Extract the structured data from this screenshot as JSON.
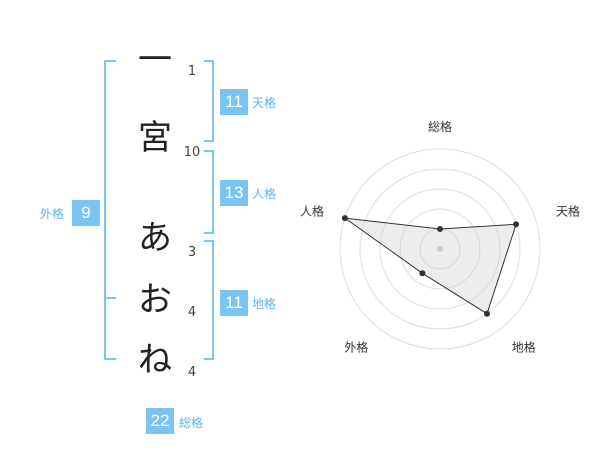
{
  "name_chars": [
    {
      "char": "一",
      "strokes": "1"
    },
    {
      "char": "宮",
      "strokes": "10"
    },
    {
      "char": "あ",
      "strokes": "3"
    },
    {
      "char": "お",
      "strokes": "4"
    },
    {
      "char": "ね",
      "strokes": "4"
    }
  ],
  "scores": {
    "tenkaku": {
      "value": "11",
      "label": "天格"
    },
    "jinkaku": {
      "value": "13",
      "label": "人格"
    },
    "chikaku": {
      "value": "11",
      "label": "地格"
    },
    "gaikaku": {
      "value": "9",
      "label": "外格"
    },
    "soukaku": {
      "value": "22",
      "label": "総格"
    }
  },
  "colors": {
    "bracket": "#7dc7f0",
    "badge": "#7ac4f2",
    "label": "#5ab6ec"
  },
  "chart_data": {
    "type": "radar",
    "axes": [
      "総格",
      "天格",
      "地格",
      "外格",
      "人格"
    ],
    "values": [
      1.0,
      4.0,
      4.0,
      1.5,
      5.0
    ],
    "rmax": 5,
    "rings": 5
  }
}
